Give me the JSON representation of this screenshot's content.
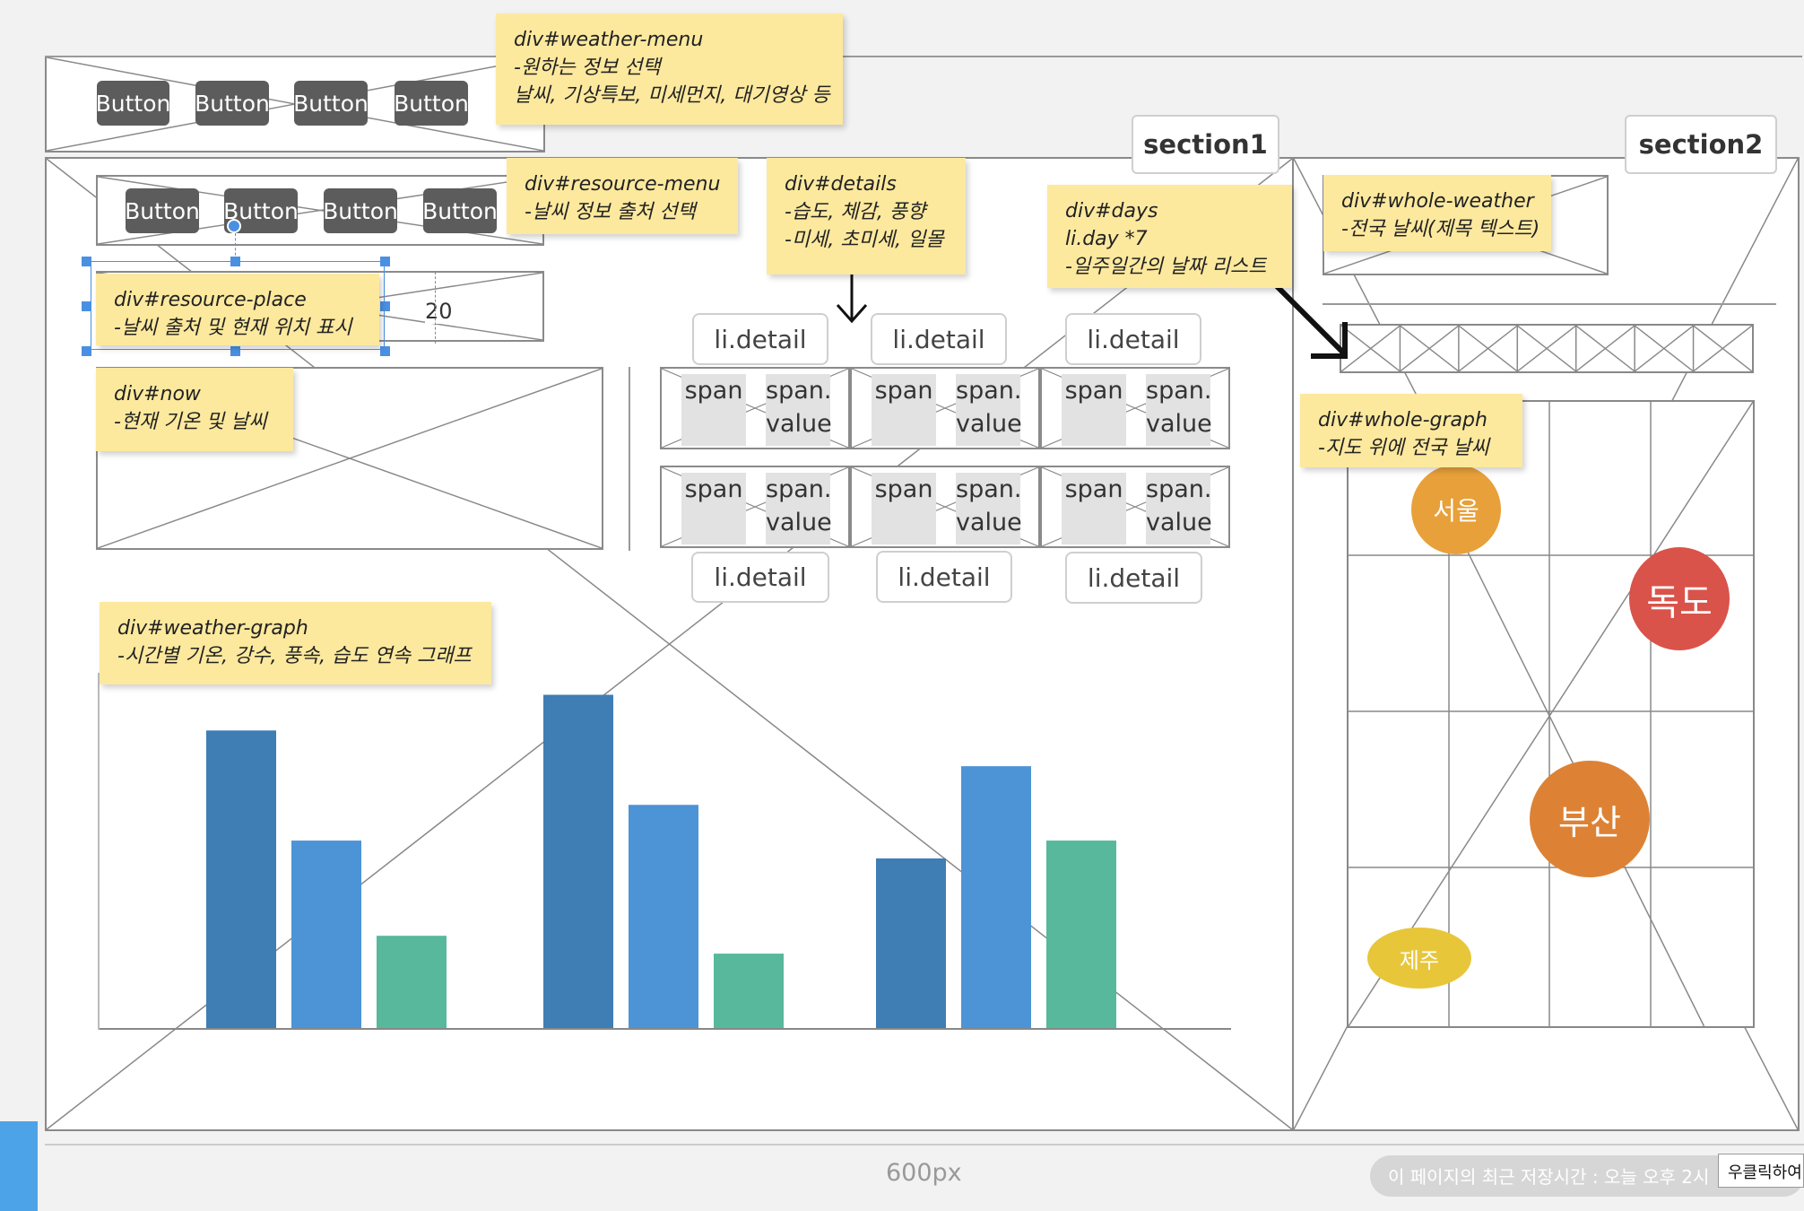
{
  "menu": {
    "weather_buttons": [
      "Button",
      "Button",
      "Button",
      "Button"
    ],
    "resource_buttons": [
      "Button",
      "Button",
      "Button",
      "Button"
    ]
  },
  "notes": {
    "weather_menu": [
      "div#weather-menu",
      "-원하는 정보 선택",
      "날씨, 기상특보, 미세먼지, 대기영상 등"
    ],
    "resource_menu": [
      "div#resource-menu",
      "-날씨 정보 출처 선택"
    ],
    "details": [
      "div#details",
      "-습도, 체감, 풍향",
      "-미세, 초미세, 일몰"
    ],
    "days": [
      "div#days",
      "li.day *7",
      "-일주일간의 날짜 리스트"
    ],
    "whole_weather": [
      "div#whole-weather",
      "-전국 날씨(제목 텍스트)"
    ],
    "resource_place": [
      "div#resource-place",
      "-날씨 출처 및 현재 위치 표시"
    ],
    "now": [
      "div#now",
      "-현재 기온 및 날씨"
    ],
    "whole_graph": [
      "div#whole-graph",
      "-지도 위에 전국 날씨"
    ],
    "weather_graph": [
      "div#weather-graph",
      "-시간별 기온, 강수, 풍속, 습도 연속 그래프"
    ]
  },
  "sections": {
    "section1": "section1",
    "section2": "section2"
  },
  "dimension_label": "20",
  "details": {
    "li_label": "li.detail",
    "span_label": "span",
    "value_label": [
      "span.",
      "value"
    ]
  },
  "cities": {
    "seoul": "서울",
    "dokdo": "독도",
    "busan": "부산",
    "jeju": "제주"
  },
  "colors": {
    "seoul": "#e8a03a",
    "dokdo": "#d9534a",
    "busan": "#dd8234",
    "jeju": "#e8c63a",
    "note": "#fce99e",
    "button": "#5c5c5c"
  },
  "footer": {
    "width_label": "600px",
    "save_status": "이 페이지의 최근 저장시간 : 오늘 오후 2시",
    "right_click": "우클릭하여"
  },
  "chart_data": {
    "type": "bar",
    "categories": [
      "",
      "",
      ""
    ],
    "series": [
      {
        "values": [
          100,
          112,
          57
        ]
      },
      {
        "values": [
          63,
          75,
          88
        ]
      },
      {
        "values": [
          31,
          25,
          63
        ]
      }
    ],
    "colors": [
      "#3f7db5",
      "#4d94d6",
      "#57b89c"
    ],
    "ylim": [
      0,
      120
    ],
    "grid": false
  }
}
